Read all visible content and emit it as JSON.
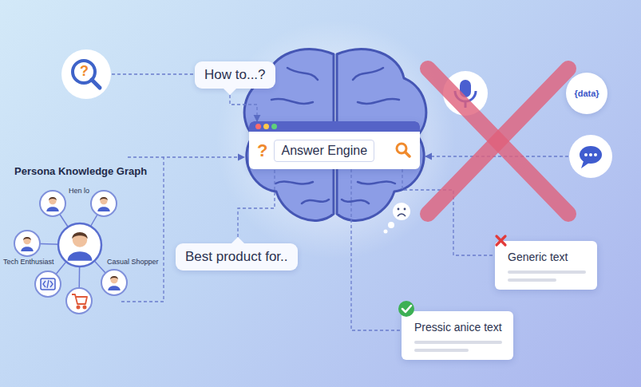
{
  "diagram": {
    "nodes": [
      {
        "text": [
          "How to...?"
        ]
      },
      {
        "text": [
          "?",
          "Answer Engine"
        ]
      },
      {
        "text": [
          "Best product for.."
        ]
      },
      {
        "text": [
          "{data}"
        ]
      },
      {
        "text": [
          "Generic text"
        ]
      },
      {
        "text": [
          "Pressic anice text"
        ]
      }
    ],
    "edges": [
      {
        "from": 0,
        "to": 1,
        "arrow": "to"
      },
      {
        "from": 2,
        "to": 1,
        "arrow": "none"
      },
      {
        "from": 1,
        "to": 4,
        "arrow": "none"
      },
      {
        "from": 1,
        "to": 5,
        "arrow": "none"
      }
    ],
    "labels": [
      "?",
      "Persona Knowledge Graph",
      "Hen lo",
      "Tech Enthusiast",
      "Casual Shopper"
    ]
  }
}
